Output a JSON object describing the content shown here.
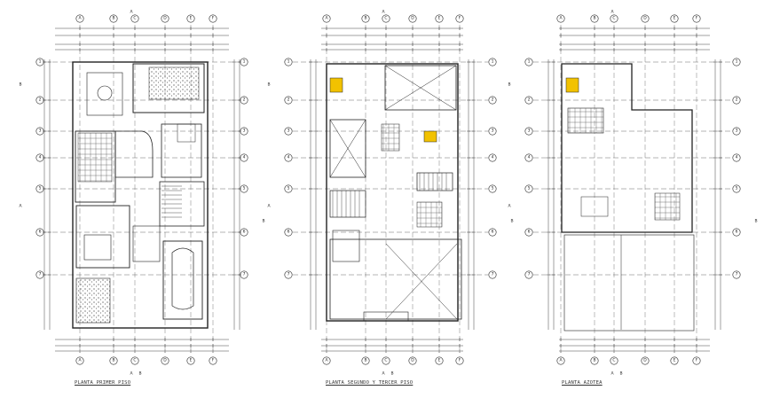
{
  "plans": [
    {
      "id": "plan-1",
      "label": "PLANTA PRIMER PISO"
    },
    {
      "id": "plan-2",
      "label": "PLANTA SEGUNDO Y TERCER PISO"
    },
    {
      "id": "plan-3",
      "label": "PLANTA AZOTEA"
    }
  ],
  "grid": {
    "row_labels": [
      "1",
      "2",
      "3",
      "4",
      "5",
      "6",
      "7"
    ],
    "col_labels": [
      "A",
      "B",
      "C",
      "D",
      "E",
      "F"
    ],
    "section_marks": [
      "A",
      "B"
    ]
  },
  "colors": {
    "line": "#222222",
    "dim_line": "#444444",
    "highlight": "#f2c200",
    "hatch": "#555555",
    "background": "#ffffff"
  }
}
